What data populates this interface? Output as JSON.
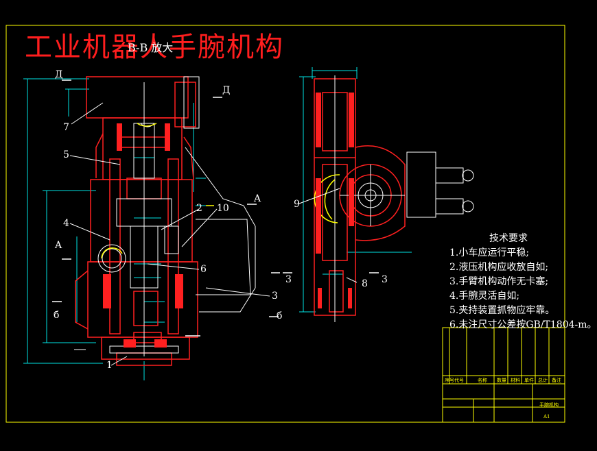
{
  "title": "工业机器人手腕机构",
  "section_label": "B-B 放大",
  "notes": {
    "heading": "技术要求",
    "items": [
      "1.小车应运行平稳;",
      "2.液压机构应收放自如;",
      "3.手臂机构动作无卡塞;",
      "4.手腕灵活自如;",
      "5.夹持装置抓物应牢靠。",
      "6.未注尺寸公差按GB/T1804-m。"
    ]
  },
  "part_labels": [
    "1",
    "2",
    "3",
    "4",
    "5",
    "6",
    "7",
    "8",
    "9",
    "10"
  ],
  "section_marks": [
    "A",
    "A",
    "Д",
    "Д",
    "б",
    "б",
    "3",
    "3"
  ],
  "title_block": {
    "bom_header": [
      "序号",
      "代号",
      "名称",
      "数量",
      "材料",
      "单件",
      "总计",
      "备注"
    ],
    "drawing_title": "手腕机构",
    "sheet_code": "A1"
  },
  "colors": {
    "background": "#000000",
    "frame": "#ffff00",
    "outline": "#ff2020",
    "dims": "#00e5e5",
    "parts": "#ffffff"
  }
}
